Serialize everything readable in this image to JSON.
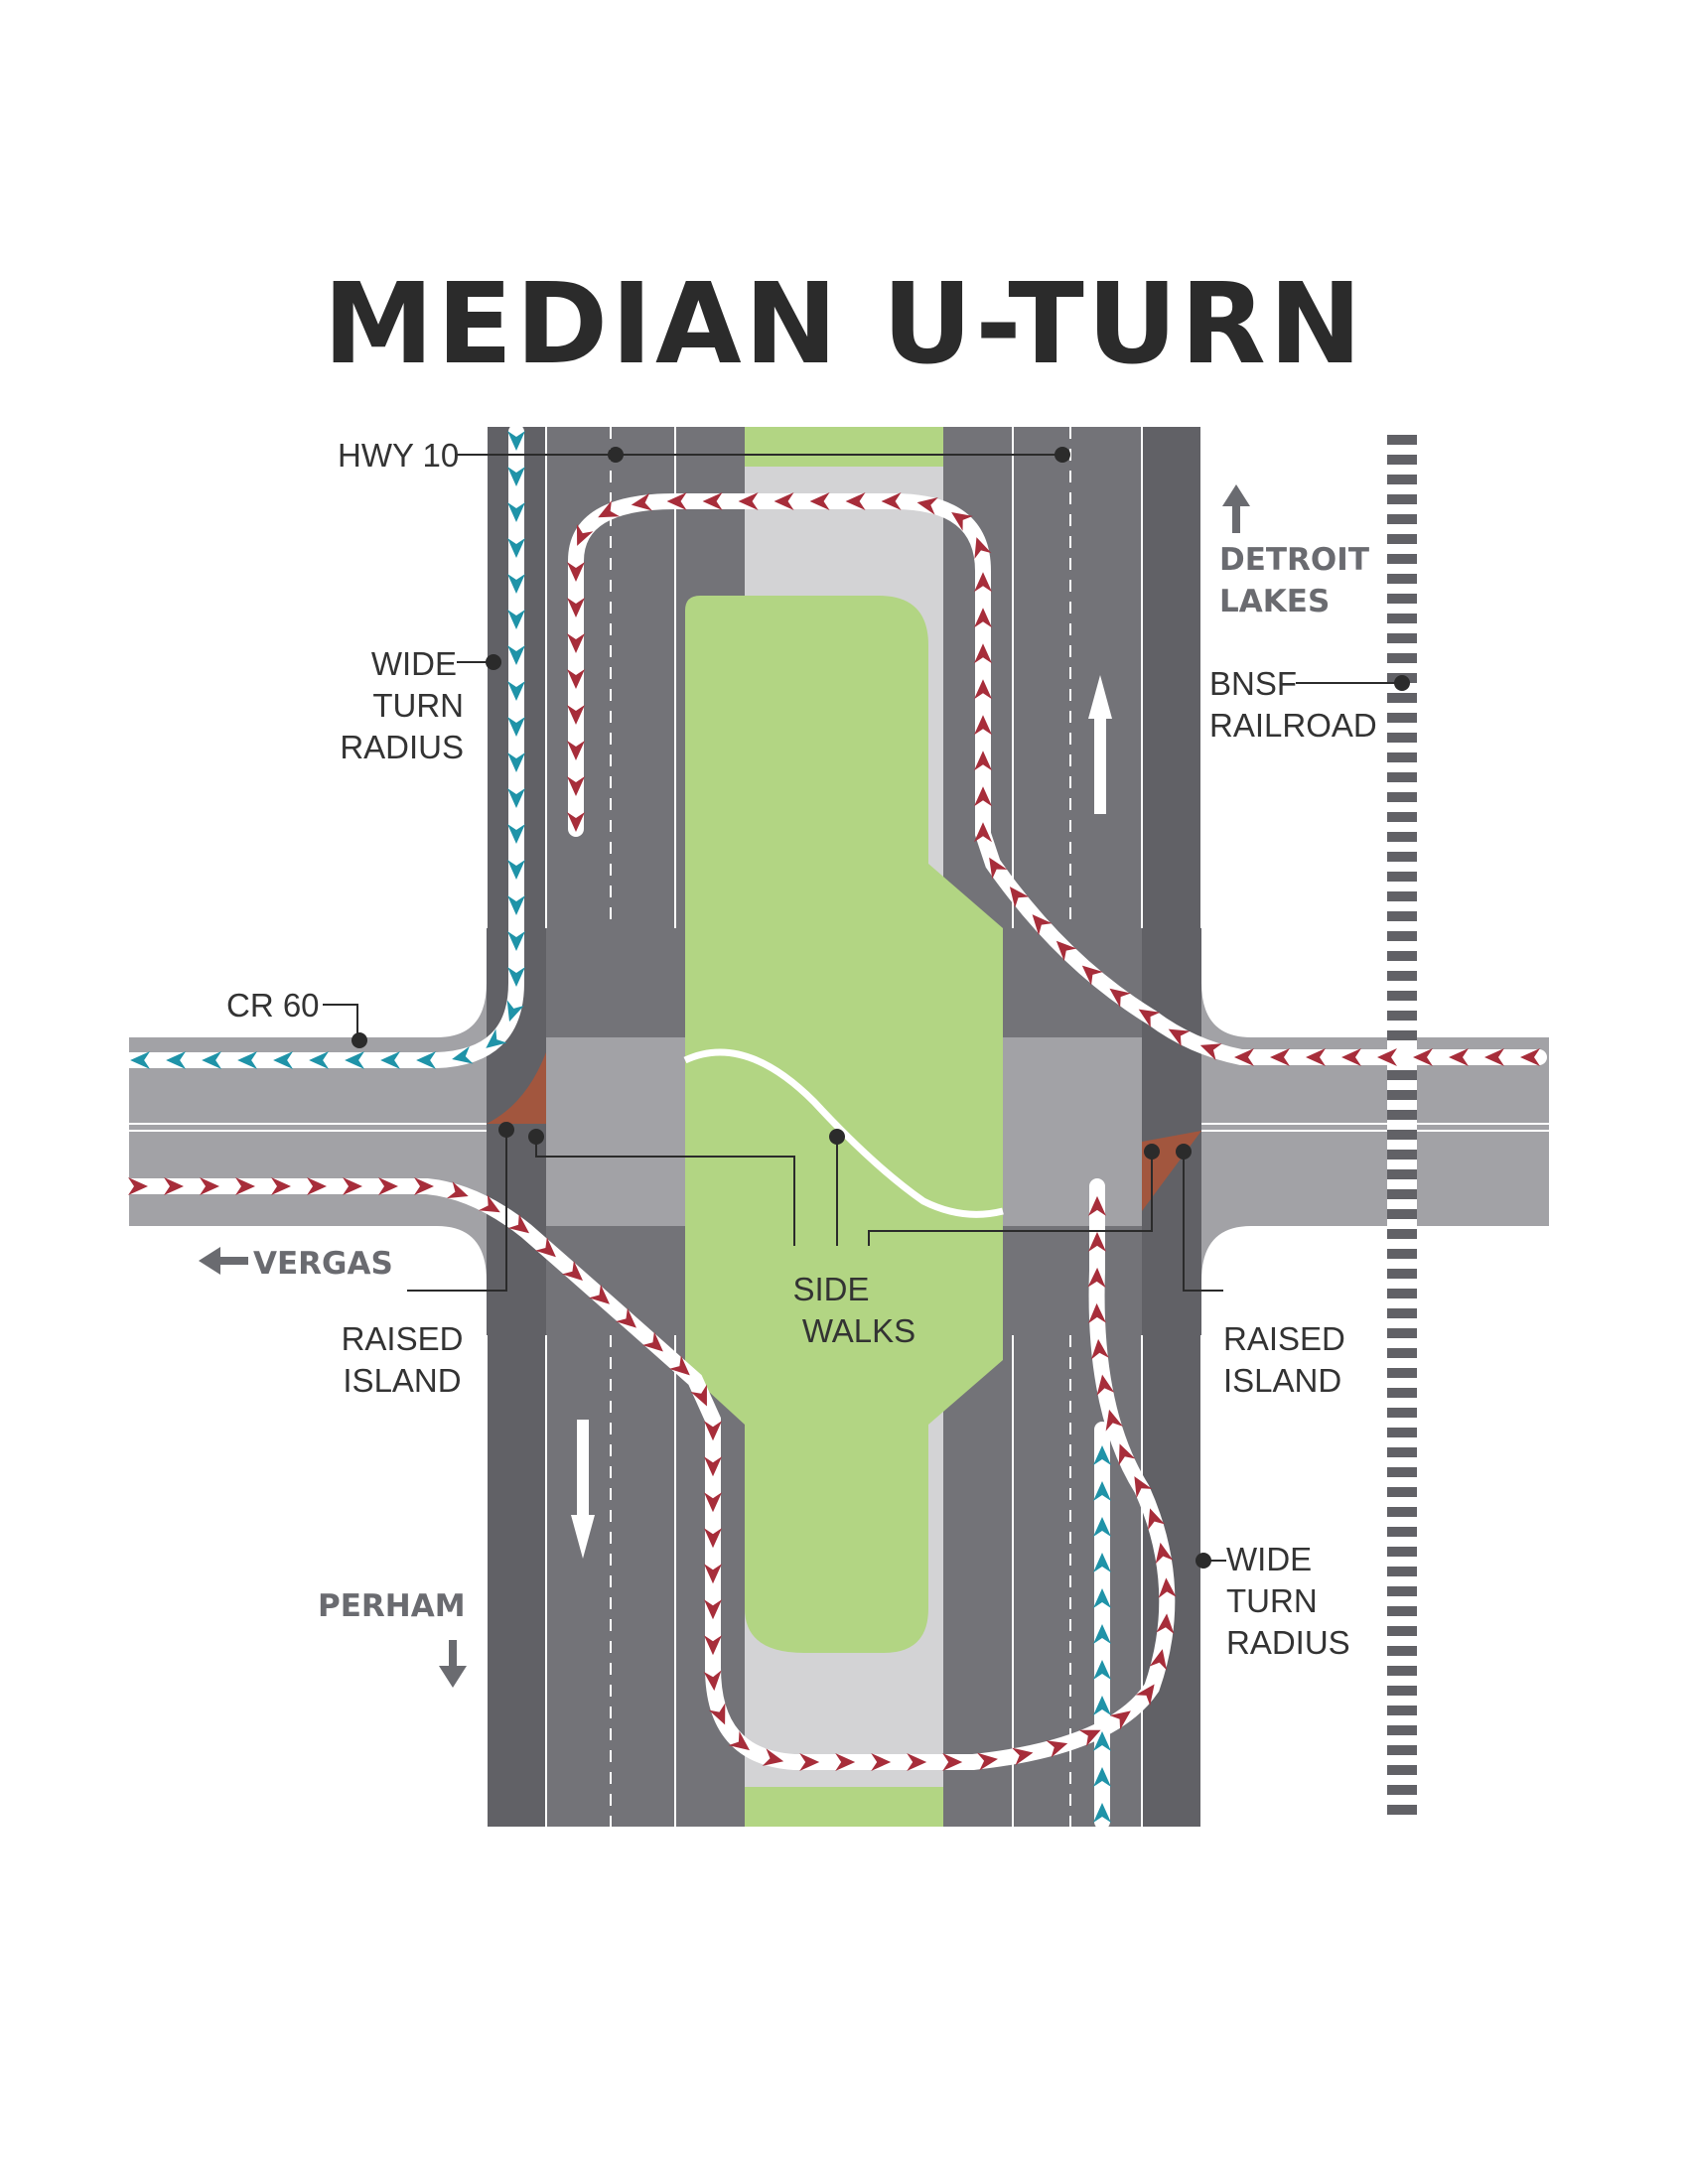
{
  "title": "MEDIAN U-TURN",
  "labels": {
    "hwy": "HWY 10",
    "wide_turn_left": [
      "WIDE",
      "TURN",
      "RADIUS"
    ],
    "wide_turn_right": [
      "WIDE",
      "TURN",
      "RADIUS"
    ],
    "cr": "CR 60",
    "vergas": "VERGAS",
    "raised_left": [
      "RAISED",
      "ISLAND"
    ],
    "raised_right": [
      "RAISED",
      "ISLAND"
    ],
    "sidewalks": [
      "SIDE",
      "WALKS"
    ],
    "perham": "PERHAM",
    "detroit": [
      "DETROIT",
      "LAKES"
    ],
    "bnsf": [
      "BNSF",
      "RAILROAD"
    ]
  },
  "colors": {
    "road": "#737378",
    "road_dark": "#616166",
    "shoulder": "#a2a2a6",
    "plaza": "#d3d3d5",
    "median_green": "#b2d583",
    "turn_path": "#a72d3a",
    "through_path": "#1f93a8",
    "rail": "#616166",
    "island": "#a2563e"
  }
}
